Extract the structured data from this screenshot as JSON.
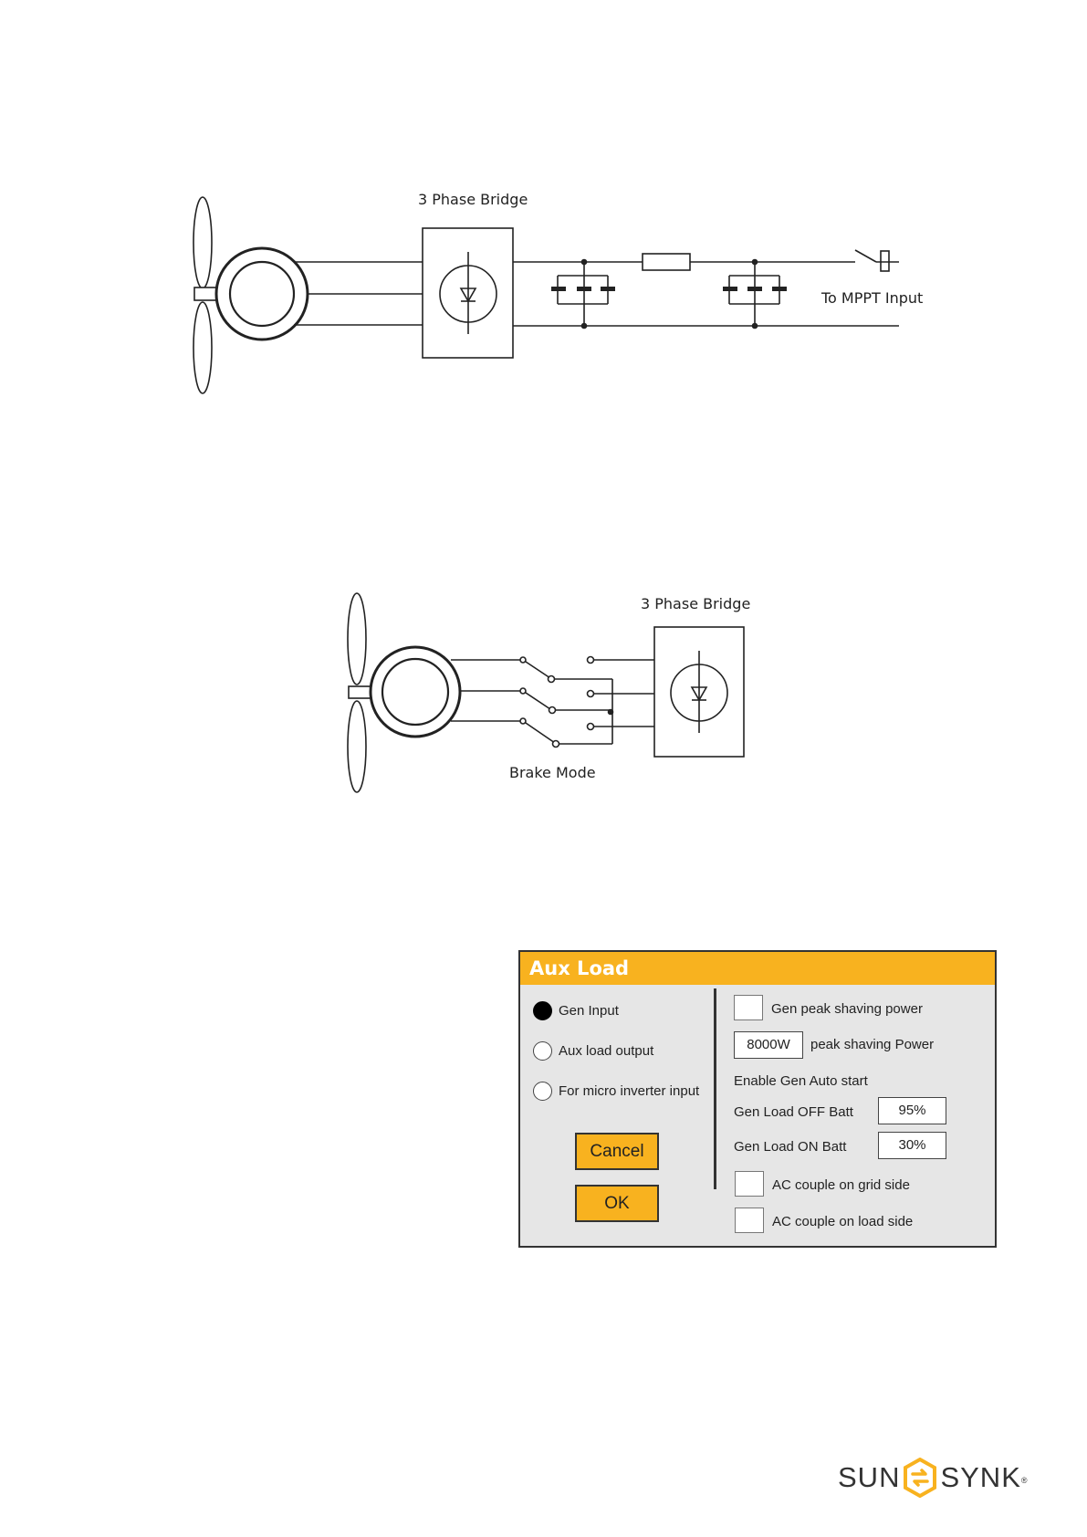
{
  "diagram1": {
    "bridge_label": "3 Phase Bridge",
    "output_label": "To MPPT Input"
  },
  "diagram2": {
    "bridge_label": "3 Phase Bridge",
    "switch_label": "Brake Mode"
  },
  "aux_load": {
    "title": "Aux Load",
    "radios": [
      {
        "label": "Gen Input",
        "selected": true
      },
      {
        "label": "Aux load output",
        "selected": false
      },
      {
        "label": "For micro inverter input",
        "selected": false
      }
    ],
    "cancel_label": "Cancel",
    "ok_label": "OK",
    "gen_peak_shaving_label": "Gen peak shaving power",
    "peak_shaving_value": "8000W",
    "peak_shaving_label": "peak shaving Power",
    "enable_gen_auto_start_label": "Enable Gen Auto start",
    "gen_load_off_label": "Gen Load OFF Batt",
    "gen_load_off_value": "95%",
    "gen_load_on_label": "Gen Load ON Batt",
    "gen_load_on_value": "30%",
    "ac_couple_grid_label": "AC couple on grid side",
    "ac_couple_load_label": "AC couple on load side",
    "accent_color": "#f8b21f"
  },
  "logo": {
    "text_left": "SUN",
    "text_right": "SYNK",
    "registered": "®"
  }
}
